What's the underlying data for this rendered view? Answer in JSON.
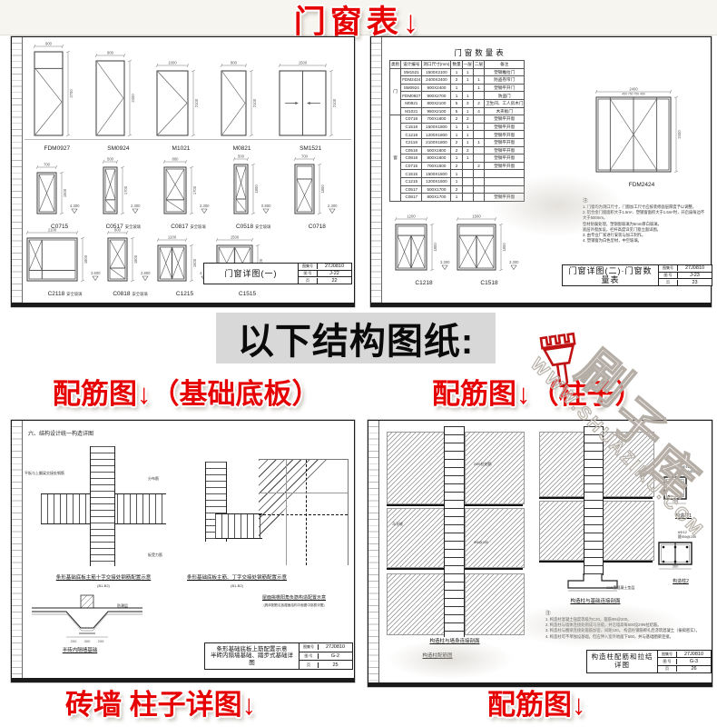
{
  "page": {
    "top_label": "门窗表",
    "arrow": "↓",
    "banner": "以下结构图纸:",
    "label_foundation": "配筋图",
    "label_foundation_paren": "（基础底板）",
    "label_column": "配筋图",
    "label_column_paren": "（柱子）",
    "label_brick": "砖墙 柱子详图",
    "label_rebar": "配筋图",
    "colors": {
      "accent_red": "#e60202",
      "banner_bg": "#d8d8d8"
    }
  },
  "watermark": {
    "site": "WWW.SHUAZIKU.COM",
    "chars": [
      "刷",
      "子",
      "库"
    ],
    "brush_icon": "paint-brush-icon"
  },
  "sheet1": {
    "row1": [
      {
        "label": "FDM0927",
        "type": "doorT",
        "w": "900",
        "h": "2700"
      },
      {
        "label": "SM0924",
        "type": "door",
        "w": "900",
        "h": "2400"
      },
      {
        "label": "M1021",
        "type": "door",
        "w": "1000",
        "h": "2100"
      },
      {
        "label": "M0821",
        "type": "door",
        "w": "800",
        "h": "2100"
      },
      {
        "label": "SM1521",
        "type": "slide2",
        "w": "1500",
        "h": "2100"
      }
    ],
    "row2": [
      {
        "label": "C0715",
        "type": "winS",
        "w": "700",
        "h": "1500",
        "e": "4.300"
      },
      {
        "label": "C0517",
        "type": "winT",
        "w": "500",
        "h": "1700",
        "e": "2.300",
        "note": "安全玻璃"
      },
      {
        "label": "C0817",
        "type": "winT",
        "w": "800",
        "h": "1700",
        "e": "2.300",
        "note": "安全玻璃"
      },
      {
        "label": "C0518",
        "type": "winT",
        "w": "500",
        "h": "1800",
        "e": "0.800",
        "note": "安全玻璃"
      },
      {
        "label": "C0718",
        "type": "winTb",
        "w": "700",
        "h": "1800",
        "e": "2.300"
      }
    ],
    "row3": [
      {
        "label": "C2118",
        "type": "winW",
        "w": "2100",
        "h": "1800",
        "e": "3.600",
        "note": "安全玻璃"
      },
      {
        "label": "C0818",
        "type": "winT",
        "w": "800",
        "h": "1800",
        "e": "2.800",
        "note": "安全玻璃"
      },
      {
        "label": "C1215",
        "type": "win2",
        "w": "1200",
        "h": "1500",
        "e": "4.100"
      },
      {
        "label": "C1515",
        "type": "win2",
        "w": "1500",
        "h": "1500",
        "e": "4.100"
      }
    ],
    "titleblock": {
      "title": "门窗详图(一)",
      "atlas_label": "图集号",
      "atlas": "27J0810",
      "sheet_label": "图 号",
      "sheet": "J-22",
      "page_label": "页",
      "page": "22"
    }
  },
  "sheet2": {
    "table_title": "门窗数量表",
    "headers": [
      "类别",
      "设计编号",
      "洞口尺寸(mm)",
      "数量",
      "一层",
      "二层",
      "备注"
    ],
    "door_group": "门",
    "window_group": "窗",
    "door_rows": [
      [
        "SM1521",
        "1500X2100",
        "1",
        "1",
        "",
        "塑钢推拉门"
      ],
      [
        "FDM2424",
        "2400X2400",
        "2",
        "1",
        "1",
        "防盗卷帘门"
      ],
      [
        "SM0924",
        "900X2400",
        "1",
        "",
        "1",
        "塑钢平开门"
      ],
      [
        "FDM0927",
        "900X2700",
        "1",
        "1",
        "",
        "防盗门"
      ],
      [
        "M0821",
        "800X2100",
        "5",
        "3",
        "2",
        "卫生间、工人房木门"
      ],
      [
        "M1021",
        "950X2100",
        "5",
        "1",
        "4",
        "木夹板门"
      ]
    ],
    "window_rows": [
      [
        "C0718",
        "700X1800",
        "2",
        "2",
        "",
        "塑钢平开窗"
      ],
      [
        "C1518",
        "1500X1800",
        "1",
        "1",
        "",
        "塑钢平开窗"
      ],
      [
        "C1218",
        "1200X1800",
        "1",
        "1",
        "",
        "塑钢平开窗"
      ],
      [
        "C2118",
        "2100X1800",
        "2",
        "1",
        "1",
        "塑钢平开窗"
      ],
      [
        "C0518",
        "500X1800",
        "2",
        "2",
        "",
        "塑钢平开窗"
      ],
      [
        "C0818",
        "800X1800",
        "1",
        "1",
        "",
        "塑钢平开窗"
      ],
      [
        "C0715",
        "700X1500",
        "2",
        "",
        "2",
        "塑钢平开窗"
      ],
      [
        "C1515",
        "1500X1500",
        "1",
        "",
        "",
        ""
      ],
      [
        "C1215",
        "1200X1500",
        "1",
        "",
        "",
        ""
      ],
      [
        "C0517",
        "500X1700",
        "2",
        "",
        "",
        ""
      ],
      [
        "C0817",
        "800X1700",
        "1",
        "",
        "",
        "塑钢平开窗"
      ]
    ],
    "fdm": {
      "label": "FDM2424",
      "type": "fdm4",
      "w": "2400",
      "h": "2400",
      "segs": "450  750  750  450"
    },
    "windows": [
      {
        "label": "C1218",
        "type": "win2T",
        "w": "1200",
        "h": "1800",
        "e": "3.300"
      },
      {
        "label": "C1518",
        "type": "win2T",
        "w": "1500",
        "h": "1800",
        "e": "3.300"
      }
    ],
    "notes_title": "注:",
    "notes": [
      "1. 门窗均为洞口尺寸，门窗加工尺寸应按装修面层厚度予以调整。",
      "2. 铝合金门窗面积大于1.5m²、塑钢窗面积大于1.5m²时，开启扇每边不大于500mm，",
      "    型材防腐处理，塑钢窗玻璃为5mm厚白玻璃，",
      "    底层外窗加设，栏杆高度详见门窗立面详图。",
      "3. 由专业厂家进行安装与加工制作。",
      "4. 塑钢窗为白色型材，中空玻璃。"
    ],
    "titleblock": {
      "title": "门窗详图(二)·门窗数量表",
      "atlas_label": "图集号",
      "atlas": "27J0810",
      "sheet_label": "图 号",
      "sheet": "J-23",
      "page_label": "页",
      "page": "23"
    }
  },
  "sheet3": {
    "heading": "六、结构设计统一构造详图",
    "cap1": "条形基础底板主筋十字交接处钢筋配置示意",
    "cap1_sub": "(B1-B2)",
    "cap2": "条形基础底板主筋、丁字交接处钢筋配置示意",
    "cap2_sub": "(B1-B2)",
    "cap3": "屋面挑檐阳角负筋构造配置示意",
    "cap3_sub": "(具体配筋见各屋面结构平面图中挑檐详图)",
    "cap4": "半砖内隔墙基础",
    "ann": [
      "分布筋",
      "板受力筋",
      "平板与上翻梁交接处钢筋",
      "防潮层"
    ],
    "titleblock": {
      "title_line1": "条形基础底板上筋配置示意",
      "title_line2": "半砖内隔墙基础、踏步式基础详图",
      "atlas_label": "图集号",
      "atlas": "27J0810",
      "sheet_label": "图 号",
      "sheet": "G-2",
      "page_label": "页",
      "page": "25"
    }
  },
  "sheet4": {
    "cap_wall": "构造柱与墙身连接剖面",
    "cap_base": "构造柱与基础连接剖面",
    "cap_rebar": "构造柱配筋图",
    "ann": [
      "2Φ6拉结筋",
      "马牙槎",
      "Φ6@200",
      "C15素混凝土垫层"
    ],
    "sec1": {
      "bars": "4Φ12",
      "hoop": "箍Φ6@200",
      "label": "构造柱1",
      "dim": "240"
    },
    "sec2": {
      "bars": "6Φ12",
      "hoop": "箍Φ6@200",
      "label": "构造柱2",
      "dim": "360"
    },
    "notes_title": "注:",
    "notes": [
      "1. 构造柱混凝土强度等级为C20，箍筋Φ6@200。",
      "2. 构造柱与墙体连接处砌成马牙槎，并沿墙高每500设2Φ6拉结筋。",
      "3. 构造柱与圈梁连接处箍筋加密，间距100。  构造柱钢筋绑扎后浇筑混凝土（振捣密实）。",
      "4. 构造柱可不单独设基础，但应伸入室外地面下500，并与基础圈梁连接。"
    ],
    "titleblock": {
      "title": "构造柱配筋和拉结详图",
      "atlas_label": "图集号",
      "atlas": "27J0810",
      "sheet_label": "图 号",
      "sheet": "G-3",
      "page_label": "页",
      "page": "26"
    }
  }
}
